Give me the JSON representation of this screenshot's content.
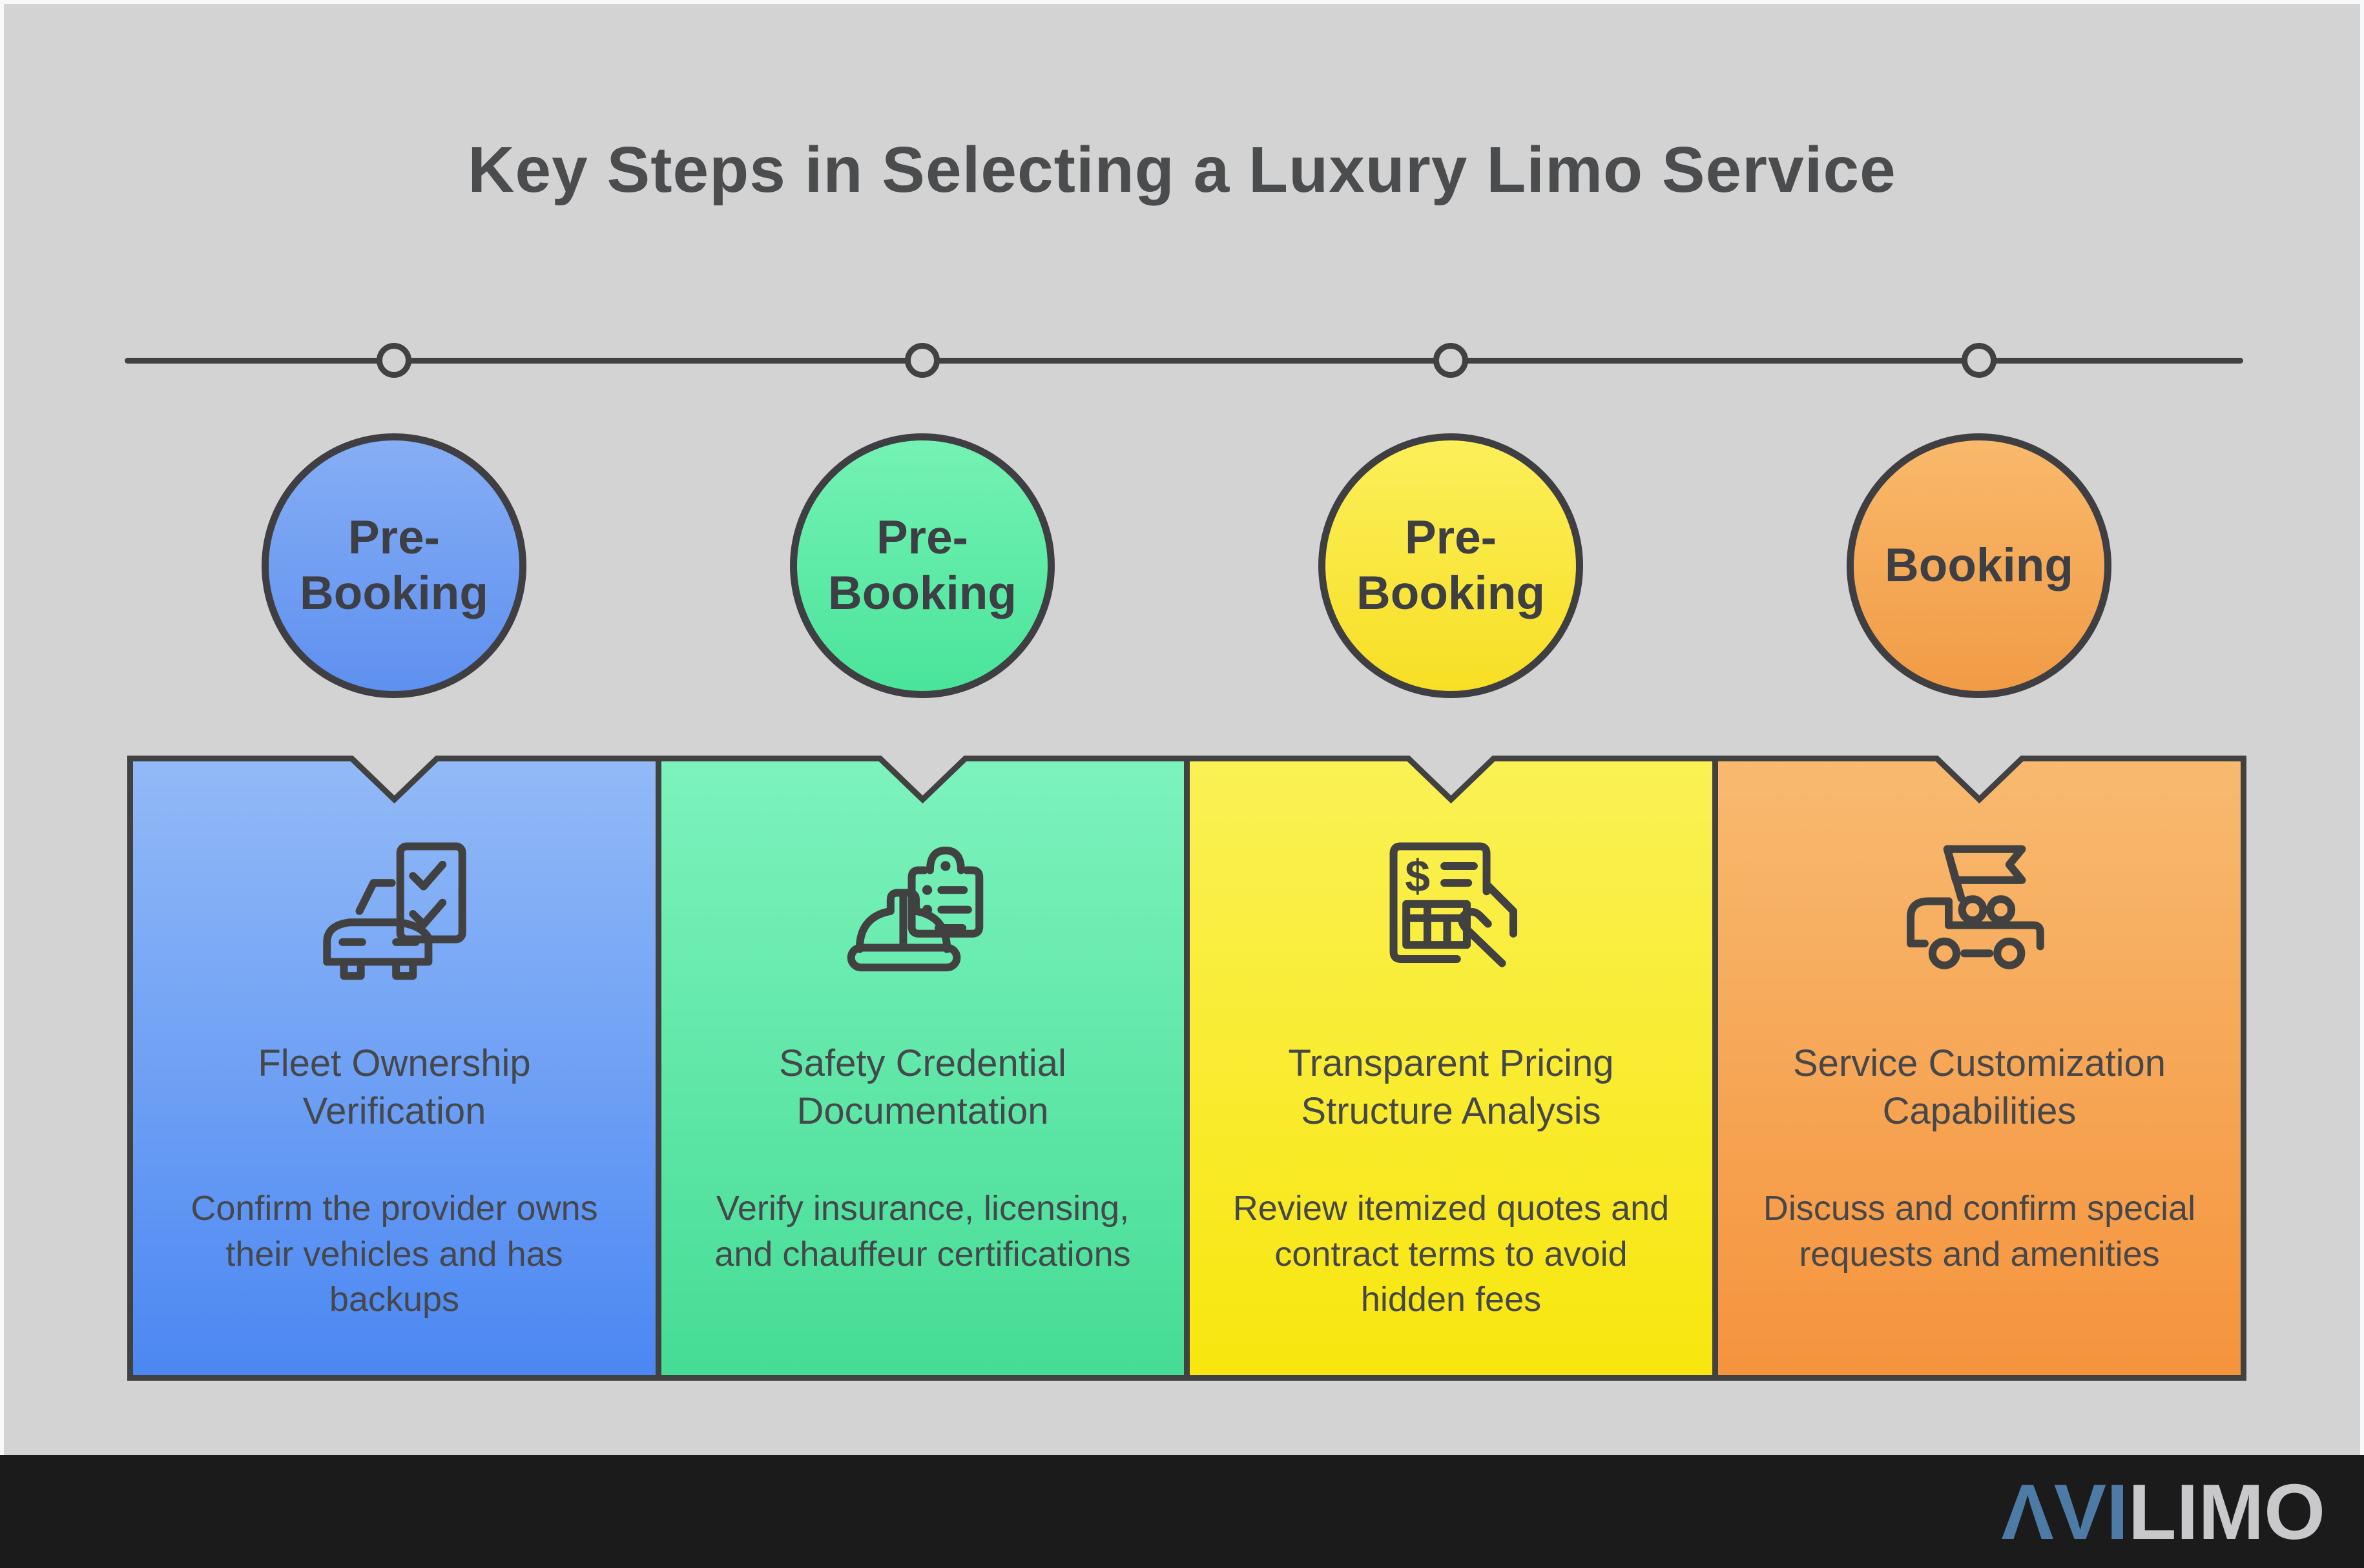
{
  "title": "Key Steps in Selecting a Luxury Limo Service",
  "steps": [
    {
      "stage": "Pre-Booking",
      "card_title": "Fleet Ownership Verification",
      "card_description": "Confirm the provider owns their vehicles and has backups",
      "icon": "car-checklist-icon",
      "colors": {
        "circle_top": "#86aef4",
        "circle_bottom": "#5e90f0",
        "card_top": "#93baf7",
        "card_bottom": "#4b87f2"
      }
    },
    {
      "stage": "Pre-Booking",
      "card_title": "Safety Credential Documentation",
      "card_description": "Verify insurance, licensing, and chauffeur certifications",
      "icon": "hardhat-clipboard-icon",
      "colors": {
        "circle_top": "#74f2b4",
        "circle_bottom": "#4ae49b",
        "card_top": "#7df3bd",
        "card_bottom": "#45dc95"
      }
    },
    {
      "stage": "Pre-Booking",
      "card_title": "Transparent Pricing Structure Analysis",
      "card_description": "Review itemized quotes and contract terms to avoid hidden fees",
      "icon": "invoice-hand-icon",
      "colors": {
        "circle_top": "#fbef5a",
        "circle_bottom": "#f8df25",
        "card_top": "#faf155",
        "card_bottom": "#f8e60d"
      }
    },
    {
      "stage": "Booking",
      "card_title": "Service Customization Capabilities",
      "card_description": "Discuss and confirm special requests and amenities",
      "icon": "limo-flag-icon",
      "colors": {
        "circle_top": "#f9b96b",
        "circle_bottom": "#f19b45",
        "card_top": "#f8ba70",
        "card_bottom": "#f5933c"
      }
    }
  ],
  "layout": {
    "line_color": "#414141",
    "background": "#d3d3d4",
    "footer_background": "#1b1b1b"
  },
  "footer": {
    "brand_prefix": "ΛVI",
    "brand_suffix": "LIMO",
    "brand_prefix_color": "#4e7ba6",
    "brand_suffix_color": "#c9c9cb"
  }
}
